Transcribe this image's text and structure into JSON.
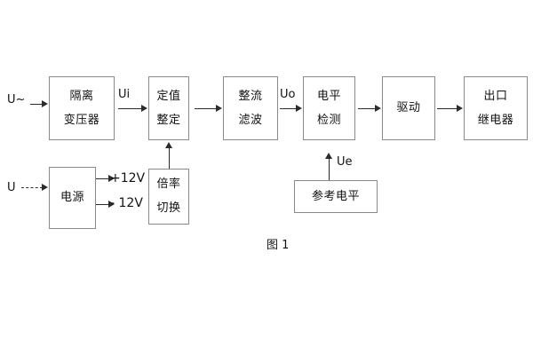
{
  "figure": {
    "caption": "图 1",
    "colors": {
      "box_border": "#8a8a8a",
      "arrow": "#2b2b2b",
      "text": "#111111",
      "background": "#ffffff"
    }
  },
  "blocks": {
    "isolation_transformer": {
      "line1": "隔离",
      "line2": "变压器"
    },
    "setting_value": {
      "line1": "定值",
      "line2": "整定"
    },
    "rectify_filter": {
      "line1": "整流",
      "line2": "滤波"
    },
    "level_detection": {
      "line1": "电平",
      "line2": "检测"
    },
    "drive": {
      "line1": "驱动"
    },
    "output_relay": {
      "line1": "出口",
      "line2": "继电器"
    },
    "power_supply": {
      "line1": "电源"
    },
    "ratio_switch": {
      "line1": "倍率",
      "line2": "切换"
    },
    "reference_level": {
      "line1": "参考电平"
    }
  },
  "signals": {
    "input_ac": "U~",
    "input_dc": "U",
    "ui": "Ui",
    "uo": "Uo",
    "ue": "Ue",
    "rail_positive": "+12V",
    "rail_negative": "- 12V"
  }
}
